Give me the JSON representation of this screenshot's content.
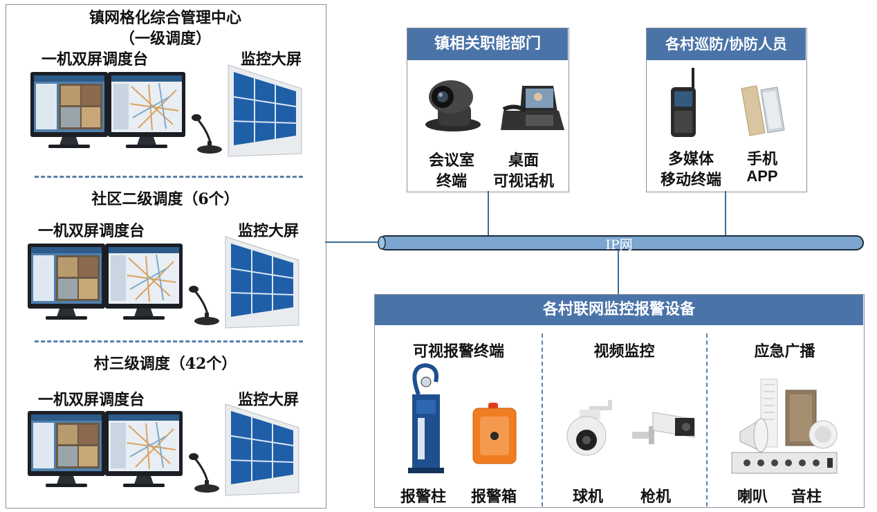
{
  "left_panel": {
    "title": "镇网格化综合管理中心",
    "subtitle": "（一级调度）",
    "tier2_title": "社区二级调度（6个）",
    "tier3_title": "村三级调度（42个）",
    "console_label": "一机双屏调度台",
    "wall_label": "监控大屏"
  },
  "dept_panel": {
    "header": "镇相关职能部门",
    "item1": "会议室",
    "item1_line2": "终端",
    "item2": "桌面",
    "item2_line2": "可视话机"
  },
  "patrol_panel": {
    "header": "各村巡防/协防人员",
    "item1": "多媒体",
    "item1_line2": "移动终端",
    "item2": "手机",
    "item2_line2": "APP"
  },
  "network": {
    "label": "IP网"
  },
  "device_panel": {
    "header": "各村联网监控报警设备",
    "groups": [
      {
        "title": "可视报警终端",
        "items": [
          "报警柱",
          "报警箱"
        ]
      },
      {
        "title": "视频监控",
        "items": [
          "球机",
          "枪机"
        ]
      },
      {
        "title": "应急广播",
        "items": [
          "喇叭",
          "音柱"
        ]
      }
    ]
  },
  "colors": {
    "accent": "#4a74a8",
    "line": "#3a6d94",
    "pipe": "#7ca6cf"
  },
  "icons": [
    "monitor-icon",
    "microphone-icon",
    "video-wall-icon",
    "conference-camera-icon",
    "desk-videophone-icon",
    "radio-terminal-icon",
    "smartphone-icon",
    "alarm-pillar-icon",
    "alarm-box-icon",
    "dome-camera-icon",
    "bullet-camera-icon",
    "speaker-icon",
    "amplifier-icon"
  ]
}
